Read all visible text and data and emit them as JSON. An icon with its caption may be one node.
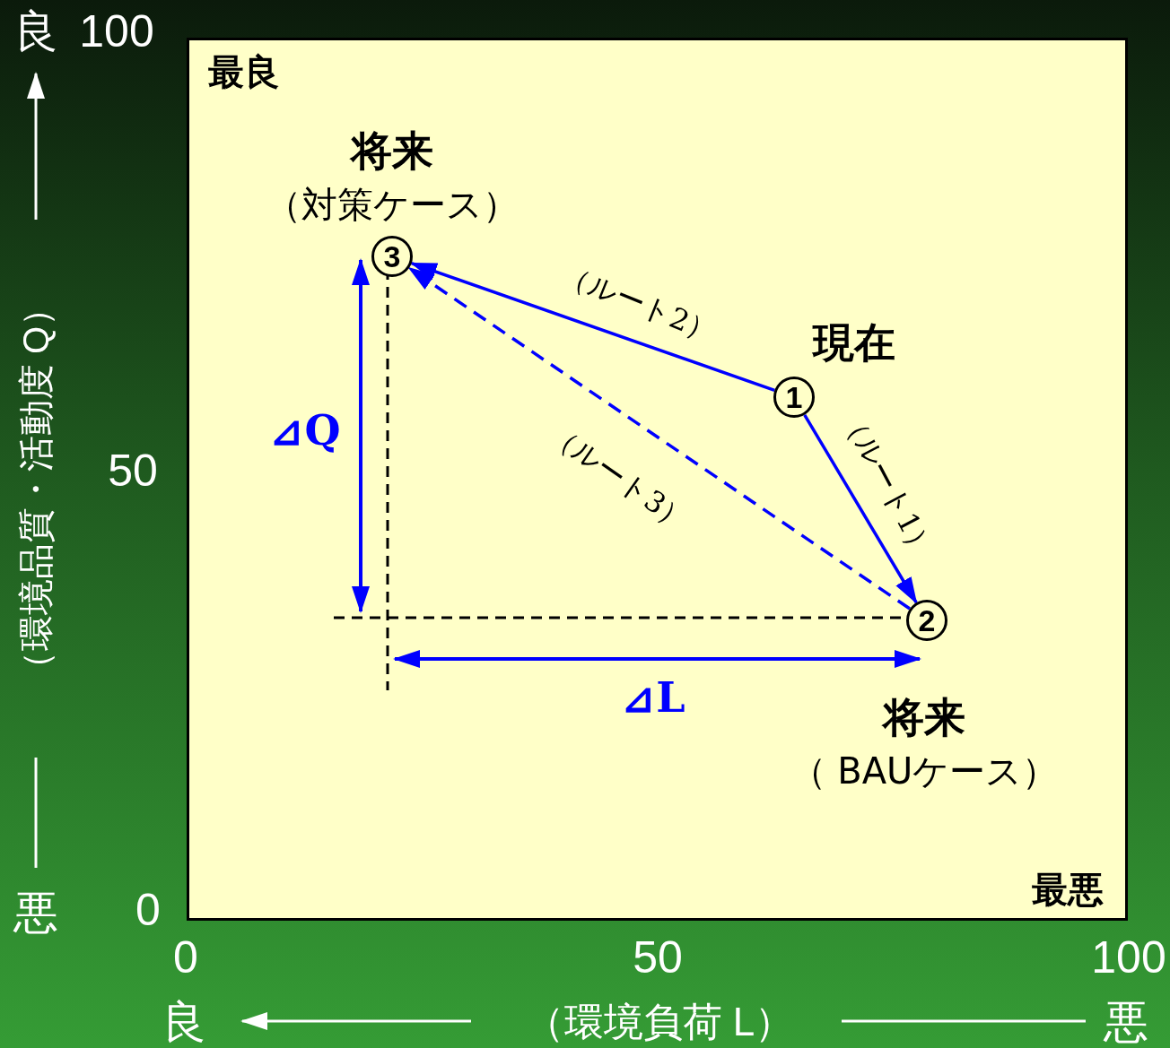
{
  "diagram": {
    "nodes": [
      {
        "text": [
          "3"
        ],
        "beside": [
          "将来",
          "（対策ケース）"
        ]
      },
      {
        "text": [
          "1"
        ],
        "beside": [
          "現在"
        ]
      },
      {
        "text": [
          "2"
        ],
        "beside": [
          "将来",
          "（ BAUケース）"
        ]
      }
    ],
    "edges": [
      {
        "from": 1,
        "to": 2,
        "arrow": "to",
        "label": "（ルート1）"
      },
      {
        "from": 1,
        "to": 0,
        "arrow": "to",
        "label": "（ルート2）"
      },
      {
        "from": 2,
        "to": 0,
        "arrow": "to",
        "label": "（ルート3）",
        "style": "dashed"
      }
    ],
    "labels": [
      "良",
      "100",
      "（環境品質・活動度 Q）",
      "50",
      "悪",
      "0",
      "最良",
      "⊿Q",
      "⊿L",
      "最悪",
      "0",
      "50",
      "100",
      "良",
      "（環境負荷 L）",
      "悪"
    ]
  }
}
